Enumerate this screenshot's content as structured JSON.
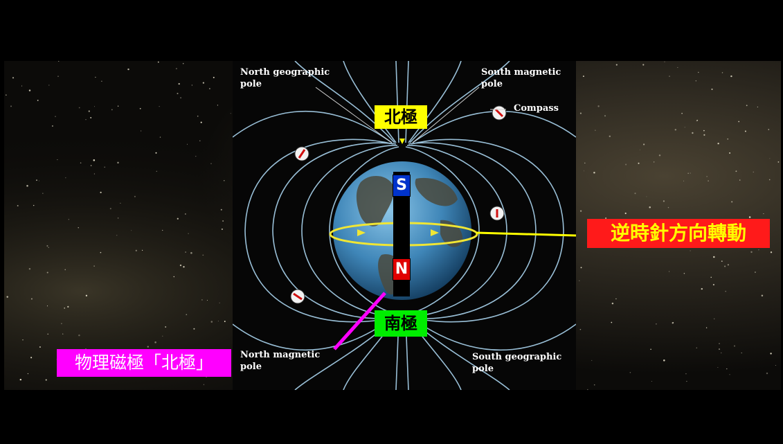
{
  "diagram": {
    "north_geographic_pole": "North geographic pole",
    "south_magnetic_pole": "South magnetic pole",
    "compass": "Compass",
    "north_magnetic_pole": "North magnetic pole",
    "south_geographic_pole": "South geographic pole",
    "magnet_s": "S",
    "magnet_n": "N"
  },
  "annotations": {
    "north_pole": "北極",
    "south_pole": "南極",
    "rotation": "逆時針方向轉動",
    "physical_pole": "物理磁極「北極」"
  },
  "colors": {
    "field_lines": "#a9d4ee",
    "earth_ocean": "#3f86b8",
    "highlight_yellow": "#ffff00",
    "highlight_green": "#00ee00",
    "highlight_red": "#ff1a1a",
    "highlight_magenta": "#ff00ff"
  }
}
